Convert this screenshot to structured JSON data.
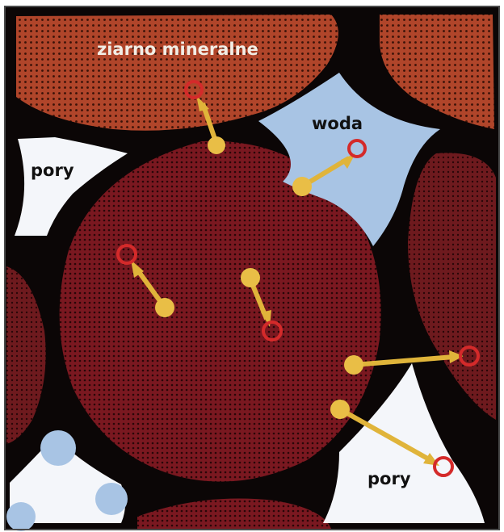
{
  "labels": {
    "mineral_grain": "ziarno mineralne",
    "water": "woda",
    "pores_top": "pory",
    "pores_bottom": "pory"
  },
  "colors": {
    "frame_border": "#4a4a4a",
    "matrix_dark": "#0b0606",
    "grain_orange": "#b0452a",
    "grain_orange_dot": "#3a1208",
    "grain_center": "#7a1820",
    "grain_center_dot": "#2a0608",
    "grain_right": "#6e1a1e",
    "water_blue": "#a8c4e4",
    "pore_white": "#f4f6fa",
    "arrow_yellow": "#e0b43a",
    "arrow_ball": "#e9be46",
    "target_ring": "#d42a2a",
    "label_light": "#f2eee6",
    "label_dark": "#111111"
  }
}
